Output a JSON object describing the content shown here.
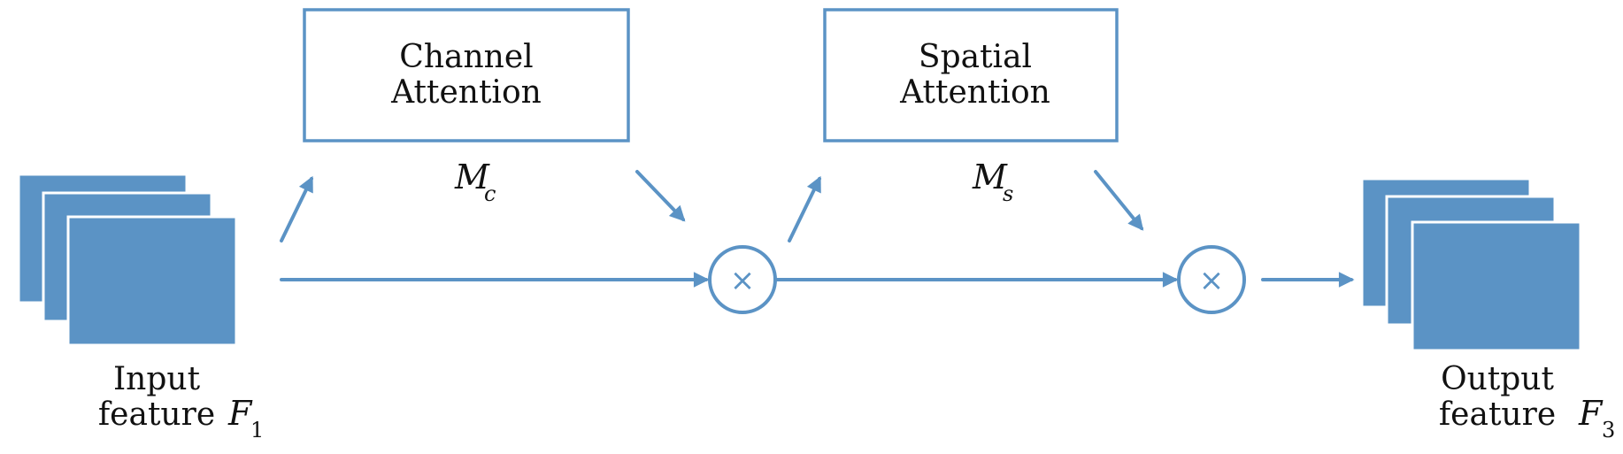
{
  "colors": {
    "accent": "#5b93c5",
    "text": "#111111"
  },
  "input": {
    "label_line1": "Input",
    "label_line2": "feature",
    "symbol": "F",
    "subscript": "1"
  },
  "channel_attention": {
    "line1": "Channel",
    "line2": "Attention",
    "map_symbol": "M",
    "map_subscript": "c"
  },
  "spatial_attention": {
    "line1": "Spatial",
    "line2": "Attention",
    "map_symbol": "M",
    "map_subscript": "s"
  },
  "multiply_symbol": "×",
  "output": {
    "label_line1": "Output",
    "label_line2": "feature",
    "symbol": "F",
    "subscript": "3"
  }
}
